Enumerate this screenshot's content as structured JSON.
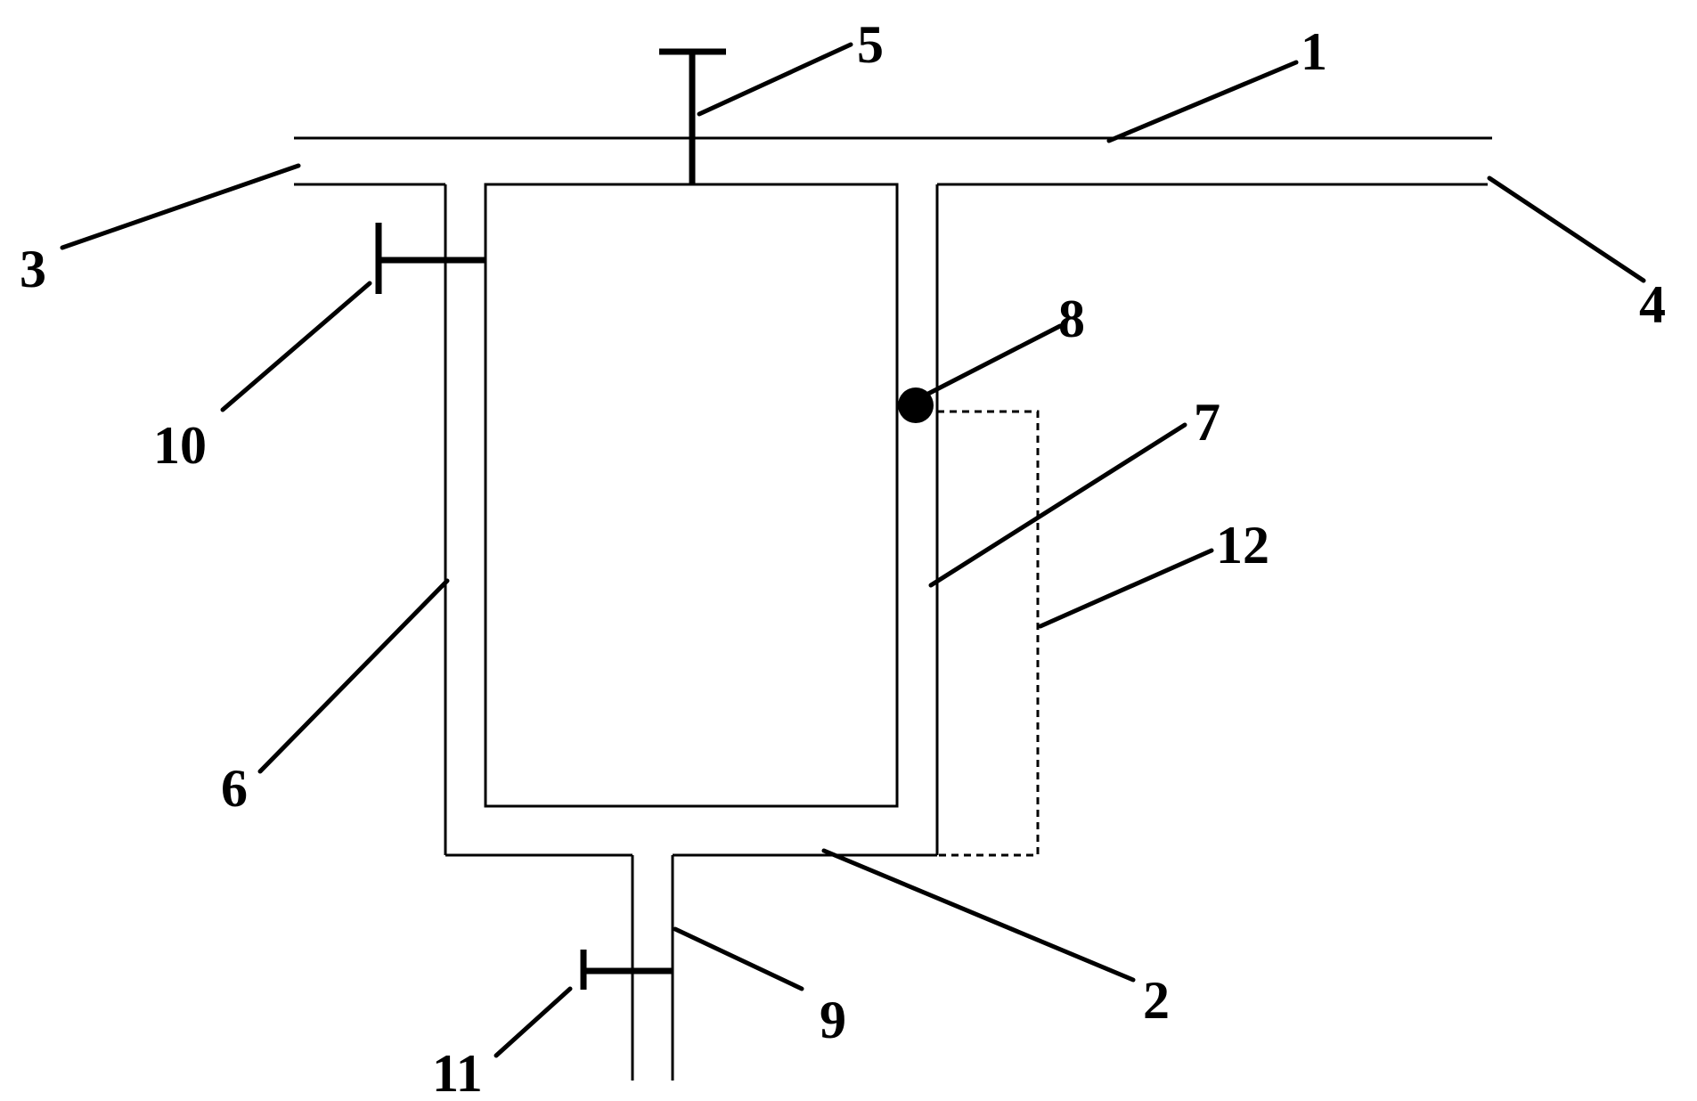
{
  "callouts": {
    "c1": "1",
    "c2": "2",
    "c3": "3",
    "c4": "4",
    "c5": "5",
    "c6": "6",
    "c7": "7",
    "c8": "8",
    "c9": "9",
    "c10": "10",
    "c11": "11",
    "c12": "12"
  },
  "colors": {
    "ink": "#000000",
    "background": "#ffffff"
  }
}
